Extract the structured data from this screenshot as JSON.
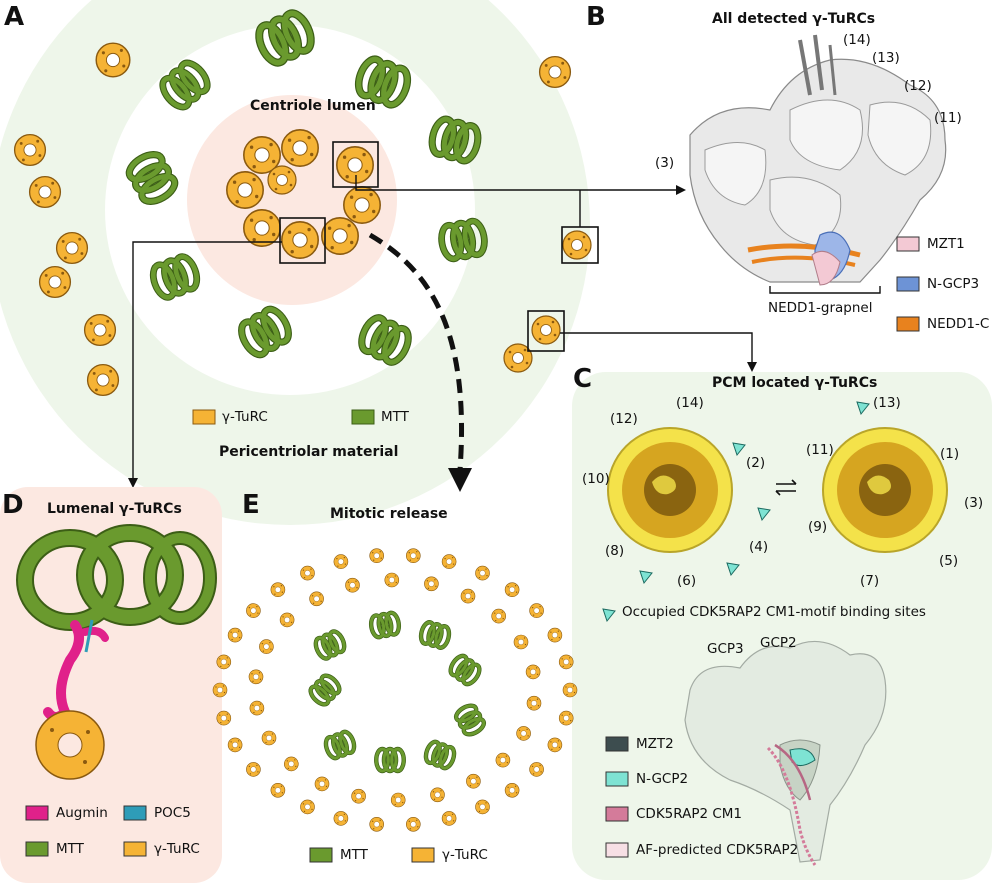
{
  "panel_letters": {
    "a": "A",
    "b": "B",
    "c": "C",
    "d": "D",
    "e": "E"
  },
  "panel_a": {
    "centriole_lumen": "Centriole lumen",
    "pericentriolar_material": "Pericentriolar material",
    "legend": [
      {
        "label": "γ-TuRC",
        "color": "#f5b335"
      },
      {
        "label": "MTT",
        "color": "#6a9a2e"
      }
    ]
  },
  "panel_b": {
    "title": "All detected γ-TuRCs",
    "positions": [
      "(14)",
      "(13)",
      "(12)",
      "(11)",
      "(3)"
    ],
    "bracket_label": "NEDD1-grapnel",
    "legend": [
      {
        "label": "MZT1",
        "color": "#f3c9d4"
      },
      {
        "label": "N-GCP3",
        "color": "#6d93d6"
      },
      {
        "label": "NEDD1-C",
        "color": "#e8821e"
      }
    ]
  },
  "panel_c": {
    "title": "PCM located γ-TuRCs",
    "left_positions": [
      "(14)",
      "(12)",
      "(2)",
      "(10)",
      "(8)",
      "(4)",
      "(6)"
    ],
    "right_positions": [
      "(13)",
      "(11)",
      "(1)",
      "(3)",
      "(9)",
      "(5)",
      "(7)"
    ],
    "site_note": "Occupied CDK5RAP2 CM1-motif binding sites",
    "gcp3": "GCP3",
    "gcp2": "GCP2",
    "legend": [
      {
        "label": "MZT2",
        "color": "#3d4d4f"
      },
      {
        "label": "N-GCP2",
        "color": "#7ee3d3"
      },
      {
        "label": "CDK5RAP2 CM1",
        "color": "#d47b9a"
      },
      {
        "label": "AF-predicted CDK5RAP2",
        "color": "#f7dfe5"
      }
    ]
  },
  "panel_d": {
    "title": "Lumenal γ-TuRCs",
    "legend": [
      {
        "label": "Augmin",
        "color": "#e0218a"
      },
      {
        "label": "POC5",
        "color": "#2e9cb8"
      },
      {
        "label": "MTT",
        "color": "#6a9a2e"
      },
      {
        "label": "γ-TuRC",
        "color": "#f5b335"
      }
    ]
  },
  "panel_e": {
    "title": "Mitotic release",
    "legend": [
      {
        "label": "MTT",
        "color": "#6a9a2e"
      },
      {
        "label": "γ-TuRC",
        "color": "#f5b335"
      }
    ]
  }
}
